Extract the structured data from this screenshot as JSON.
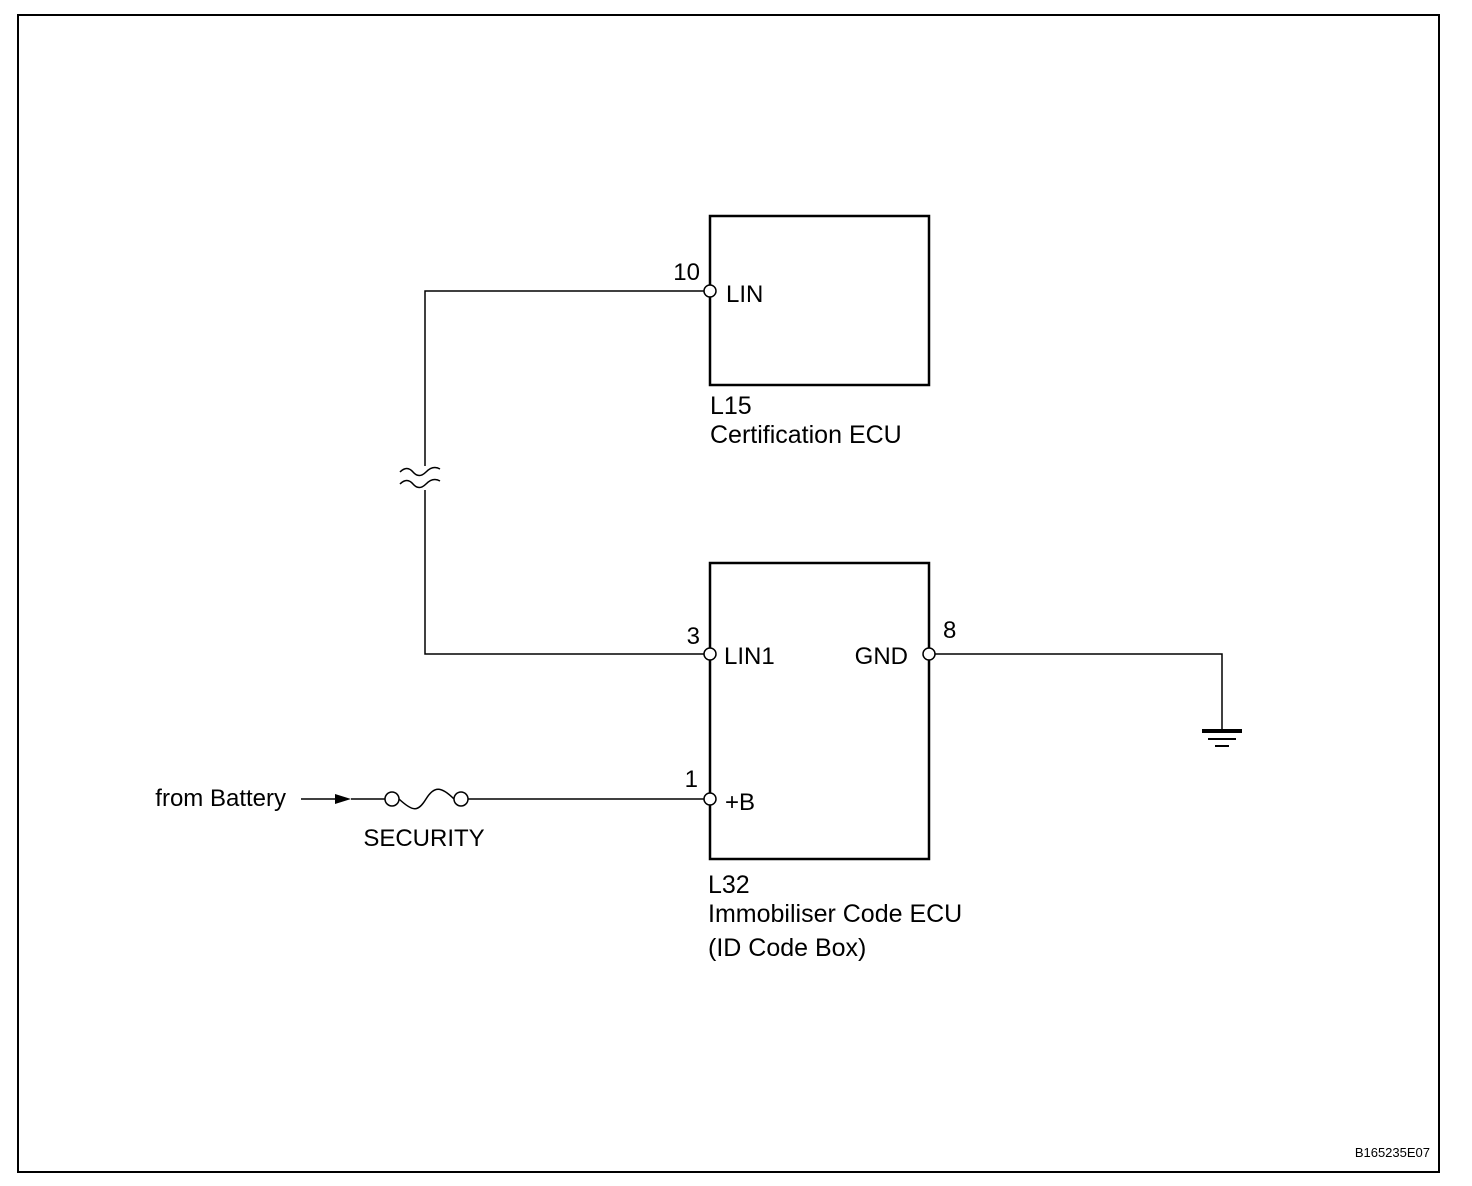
{
  "certification_ecu": {
    "connector": "L15",
    "name": "Certification ECU",
    "pin_lin_number": "10",
    "pin_lin_label": "LIN"
  },
  "immobiliser_ecu": {
    "connector": "L32",
    "name": "Immobiliser Code ECU",
    "subname": "(ID Code Box)",
    "pin_lin1_number": "3",
    "pin_lin1_label": "LIN1",
    "pin_gnd_number": "8",
    "pin_gnd_label": "GND",
    "pin_b_number": "1",
    "pin_b_label": "+B"
  },
  "power": {
    "source_label": "from Battery",
    "fuse_label": "SECURITY"
  },
  "figure_code": "B165235E07"
}
